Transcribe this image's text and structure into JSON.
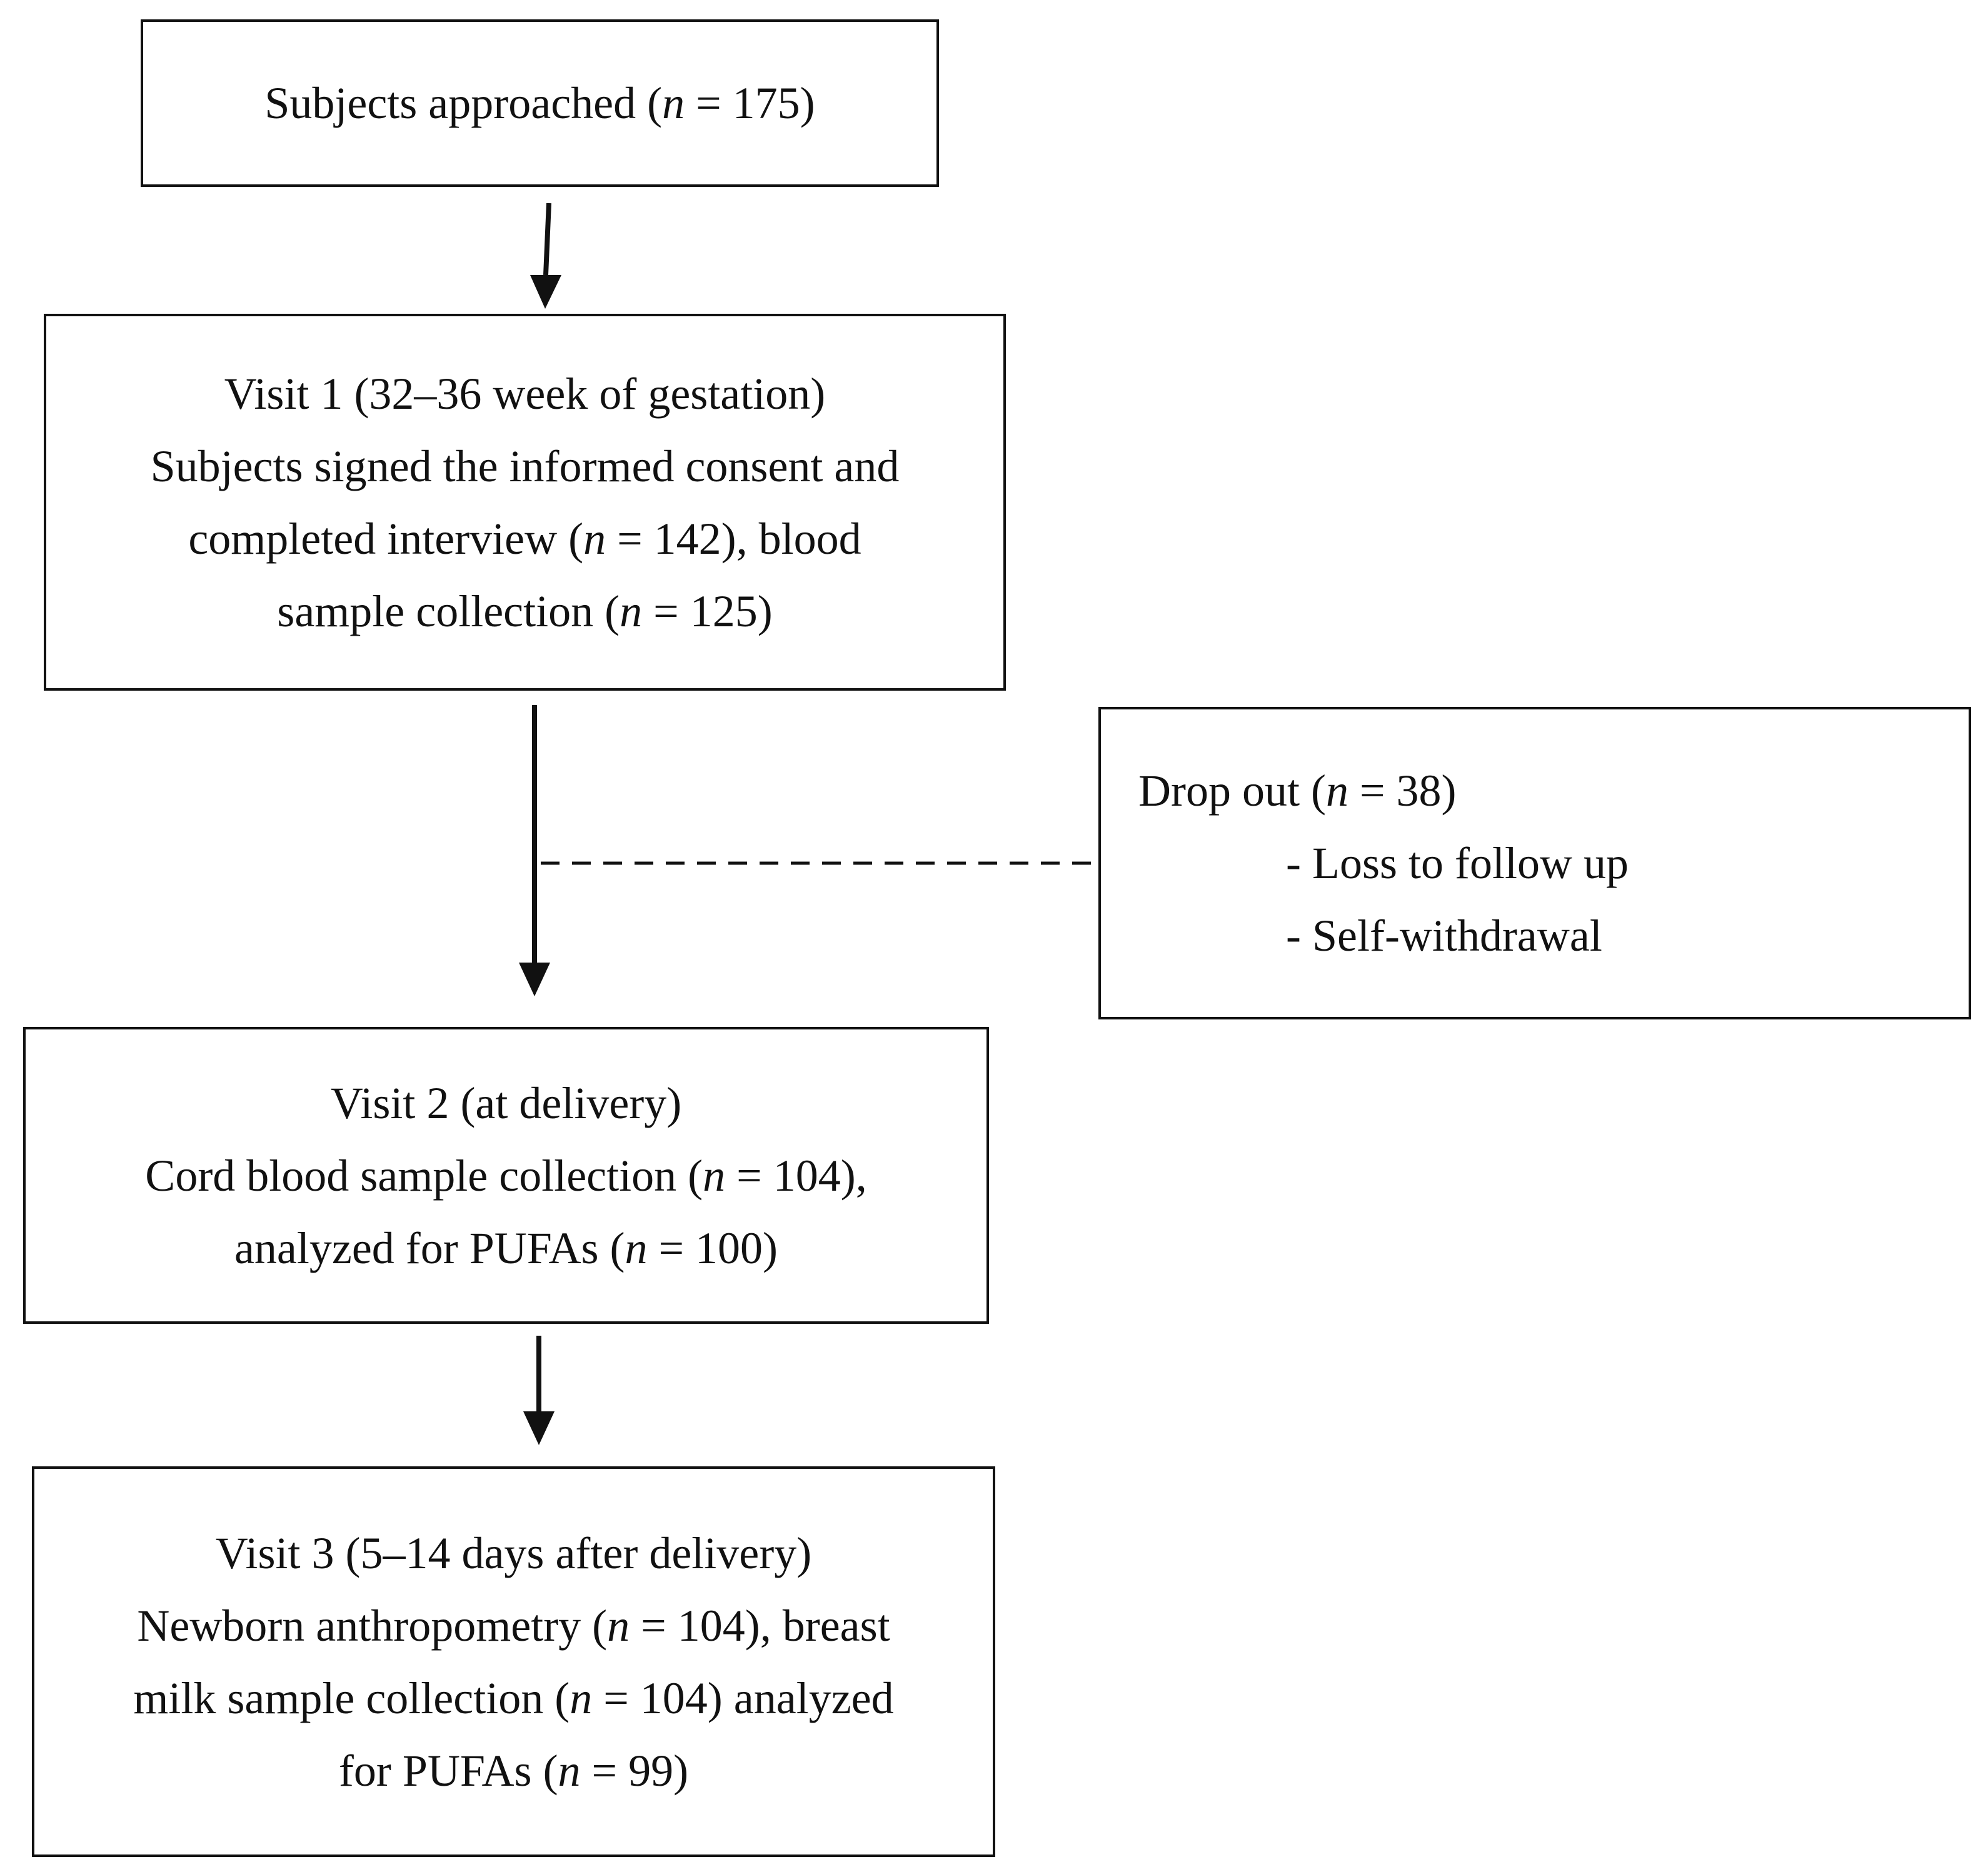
{
  "boxes": {
    "approached": {
      "lines": [
        {
          "a": "Subjects approached (",
          "n": "n",
          "b": " = 175)"
        }
      ]
    },
    "visit1": {
      "lines": [
        {
          "a": "Visit 1 (32–36 week of gestation)",
          "n": "",
          "b": ""
        },
        {
          "a": "Subjects signed the informed consent and",
          "n": "",
          "b": ""
        },
        {
          "a": "completed interview (",
          "n": "n",
          "b": " = 142), blood"
        },
        {
          "a": "sample collection (",
          "n": "n",
          "b": " = 125)"
        }
      ]
    },
    "dropout": {
      "lines": [
        {
          "a": "Drop out (",
          "n": "n",
          "b": " = 38)"
        },
        {
          "a": "- Loss to follow up",
          "n": "",
          "b": ""
        },
        {
          "a": "- Self-withdrawal",
          "n": "",
          "b": ""
        }
      ]
    },
    "visit2": {
      "lines": [
        {
          "a": "Visit 2 (at delivery)",
          "n": "",
          "b": ""
        },
        {
          "a": "Cord blood sample collection (",
          "n": "n",
          "b": " = 104),"
        },
        {
          "a": "analyzed for PUFAs (",
          "n": "n",
          "b": " = 100)"
        }
      ]
    },
    "visit3": {
      "lines": [
        {
          "a": "Visit 3 (5–14 days after delivery)",
          "n": "",
          "b": ""
        },
        {
          "a": "Newborn anthropometry (",
          "n": "n",
          "b": " = 104), breast"
        },
        {
          "a": "milk sample collection (",
          "n": "n",
          "b": " = 104) analyzed"
        },
        {
          "a": "for PUFAs (",
          "n": "n",
          "b": " = 99)"
        }
      ]
    }
  },
  "colors": {
    "stroke": "#111111",
    "background": "#ffffff"
  }
}
